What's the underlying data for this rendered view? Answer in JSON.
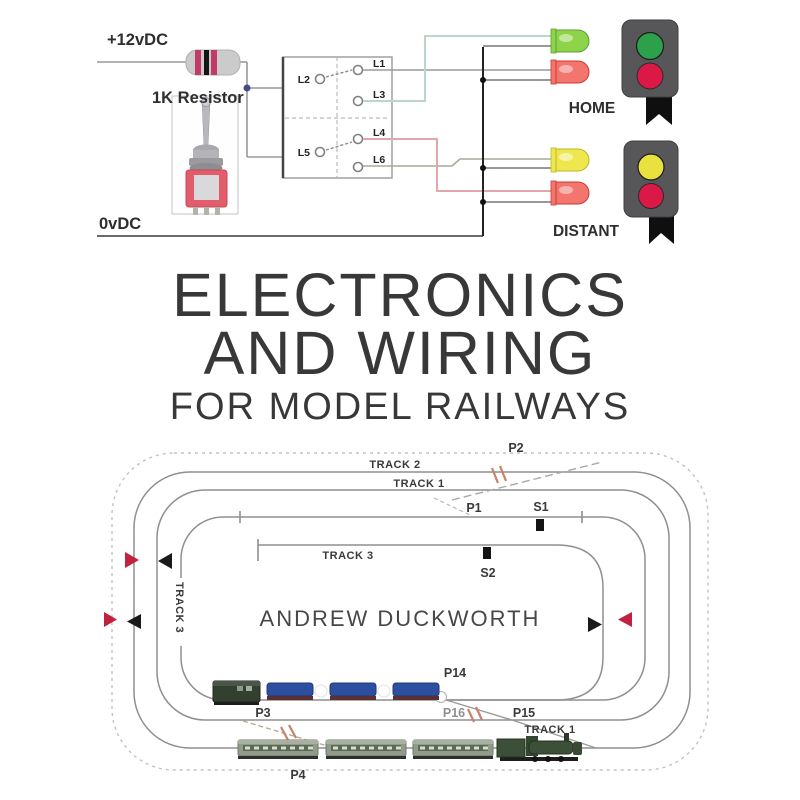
{
  "title": {
    "line1": "ELECTRONICS",
    "line2": "AND WIRING",
    "line3": "FOR MODEL RAILWAYS"
  },
  "author": "ANDREW DUCKWORTH",
  "circuit": {
    "supply_positive_label": "+12vDC",
    "resistor_label": "1K Resistor",
    "supply_zero_label": "0vDC",
    "home_label": "HOME",
    "distant_label": "DISTANT",
    "terminals": {
      "l1": "L1",
      "l2": "L2",
      "l3": "L3",
      "l4": "L4",
      "l5": "L5",
      "l6": "L6"
    }
  },
  "track_plan": {
    "track2_label": "TRACK 2",
    "track1_top_label": "TRACK 1",
    "track3_siding_label": "TRACK 3",
    "track3_loop_label": "TRACK 3",
    "track1_bottom_label": "TRACK 1",
    "points": {
      "p1": "P1",
      "p2": "P2",
      "p3": "P3",
      "p4": "P4",
      "p14": "P14",
      "p15": "P15",
      "p16": "P16"
    },
    "switches": {
      "s1": "S1",
      "s2": "S2"
    }
  },
  "palette": {
    "led_green": "#8ed44a",
    "led_red": "#f2766e",
    "led_yellow": "#eee84e",
    "signal_green": "#2ca04a",
    "signal_red": "#dc1847",
    "signal_yellow": "#e9e23e",
    "signal_head_grey": "#57575a",
    "wire_green": "#b9d6c6",
    "wire_pink": "#e2a7ad",
    "wire_grey": "#9a9a9a",
    "track_grey": "#8f8f8f",
    "arrow_red": "#c31f3e",
    "arrow_black": "#1a1a1a",
    "hatch_tan": "#c4836b",
    "toggle_body_red": "#e25c6c",
    "wagon_blue": "#2c4f9f",
    "coach_green": "#909b88",
    "loco_green": "#3c4f38"
  }
}
